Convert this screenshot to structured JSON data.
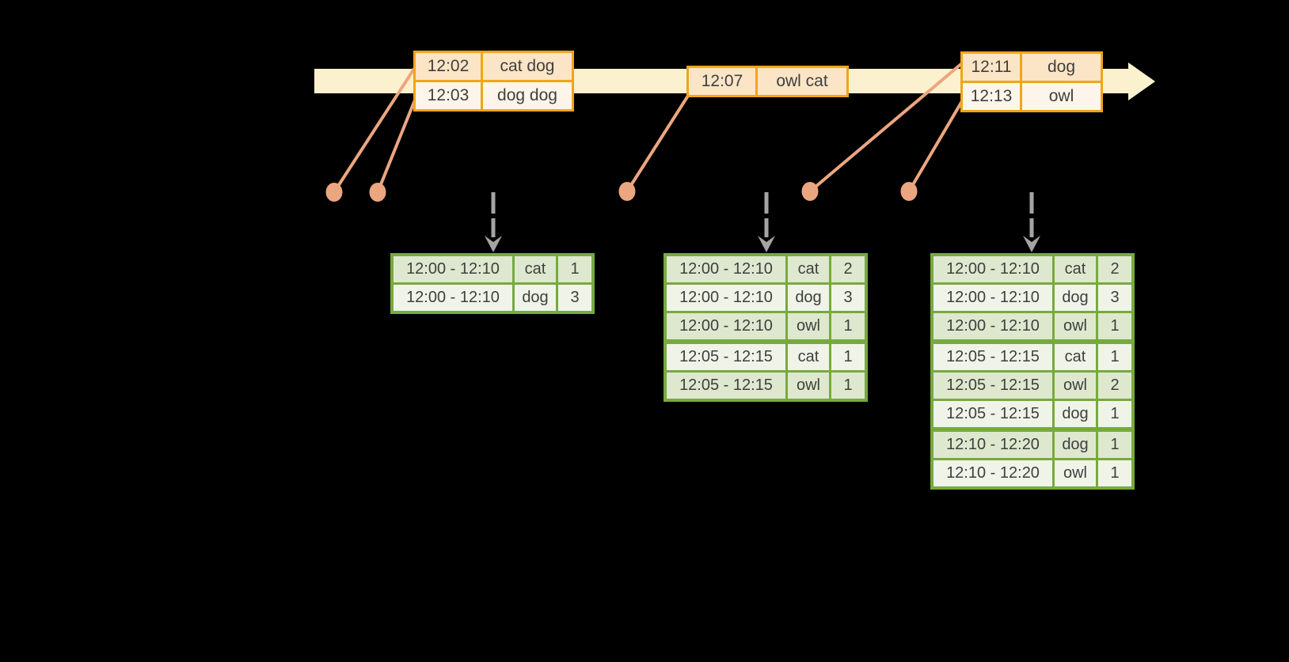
{
  "colors": {
    "background": "#000000",
    "timeline_band": "#fcf1ce",
    "box_border_gold": "#f0a519",
    "box_fill_peach": "#fbe5c6",
    "box_fill_cream": "#fdf5e9",
    "connector_salmon": "#eca67f",
    "table_border_green": "#77aa3e",
    "row_fill_dark": "#dee8cf",
    "row_fill_light": "#f0f4e8",
    "trigger_arrow_gray": "#a4a4a4",
    "text": "#3f3f3f"
  },
  "timeline": {
    "event_boxes": [
      {
        "rows": [
          {
            "time": "12:02",
            "words": "cat dog"
          },
          {
            "time": "12:03",
            "words": "dog dog"
          }
        ]
      },
      {
        "rows": [
          {
            "time": "12:07",
            "words": "owl cat"
          }
        ]
      },
      {
        "rows": [
          {
            "time": "12:11",
            "words": "dog"
          },
          {
            "time": "12:13",
            "words": "owl"
          }
        ]
      }
    ],
    "event_dot_count": 5
  },
  "result_tables": [
    {
      "rows": [
        {
          "window": "12:00 - 12:10",
          "word": "cat",
          "count": "1"
        },
        {
          "window": "12:00 - 12:10",
          "word": "dog",
          "count": "3"
        }
      ]
    },
    {
      "rows": [
        {
          "window": "12:00 - 12:10",
          "word": "cat",
          "count": "2"
        },
        {
          "window": "12:00 - 12:10",
          "word": "dog",
          "count": "3"
        },
        {
          "window": "12:00 - 12:10",
          "word": "owl",
          "count": "1"
        },
        {
          "window": "12:05 - 12:15",
          "word": "cat",
          "count": "1"
        },
        {
          "window": "12:05 - 12:15",
          "word": "owl",
          "count": "1"
        }
      ]
    },
    {
      "rows": [
        {
          "window": "12:00 - 12:10",
          "word": "cat",
          "count": "2"
        },
        {
          "window": "12:00 - 12:10",
          "word": "dog",
          "count": "3"
        },
        {
          "window": "12:00 - 12:10",
          "word": "owl",
          "count": "1"
        },
        {
          "window": "12:05 - 12:15",
          "word": "cat",
          "count": "1"
        },
        {
          "window": "12:05 - 12:15",
          "word": "owl",
          "count": "2"
        },
        {
          "window": "12:05 - 12:15",
          "word": "dog",
          "count": "1"
        },
        {
          "window": "12:10 - 12:20",
          "word": "dog",
          "count": "1"
        },
        {
          "window": "12:10 - 12:20",
          "word": "owl",
          "count": "1"
        }
      ]
    }
  ]
}
